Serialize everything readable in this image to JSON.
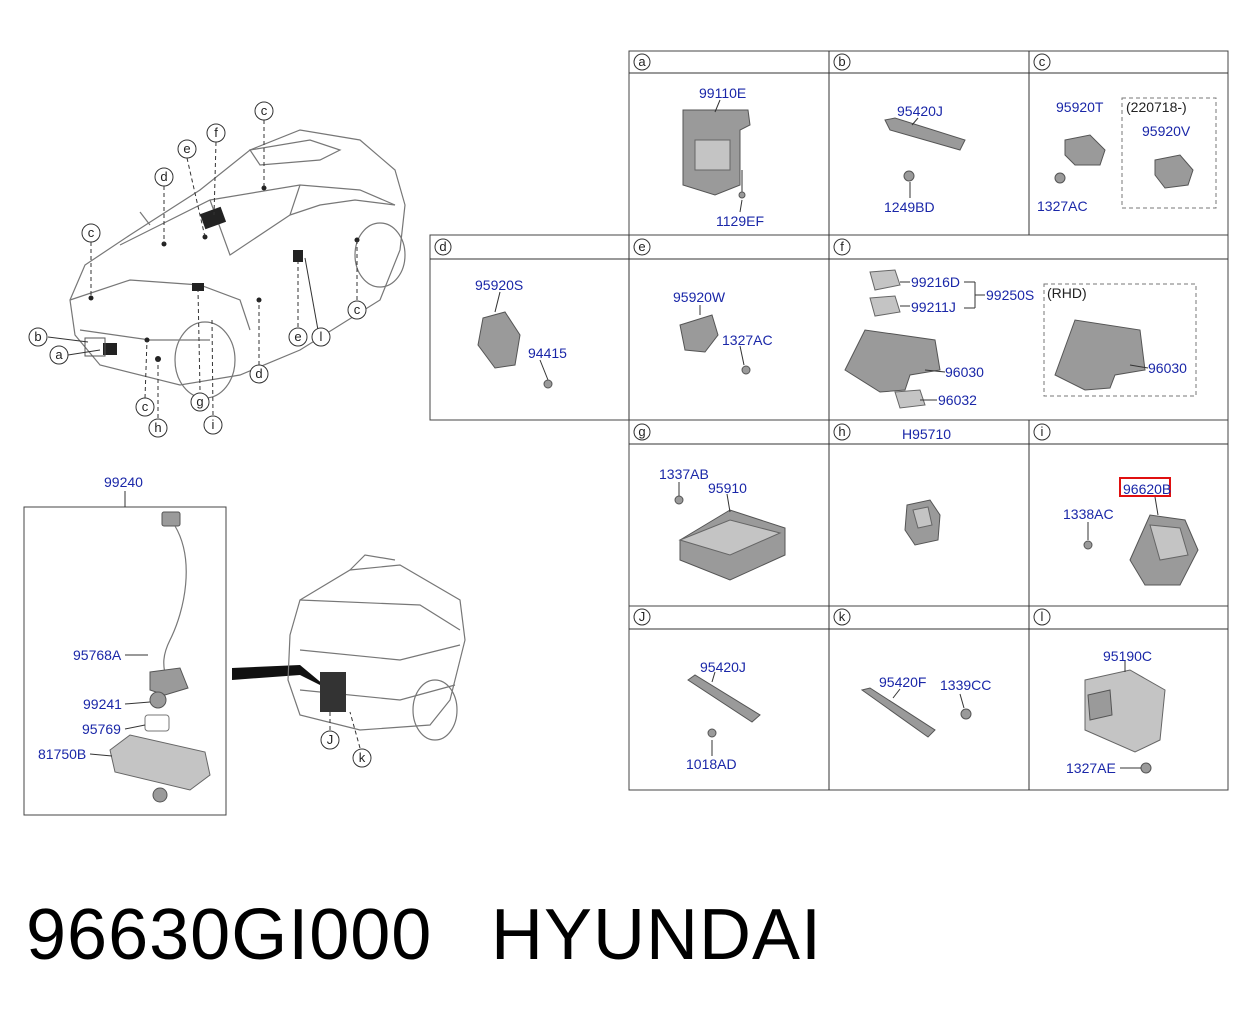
{
  "cells": {
    "a": {
      "letter": "a",
      "parts": [
        "99110E",
        "1129EF"
      ]
    },
    "b": {
      "letter": "b",
      "parts": [
        "95420J",
        "1249BD"
      ]
    },
    "c": {
      "letter": "c",
      "parts": [
        "95920T",
        "1327AC",
        "95920V"
      ],
      "note": "(220718-)"
    },
    "d": {
      "letter": "d",
      "parts": [
        "95920S",
        "94415"
      ]
    },
    "e": {
      "letter": "e",
      "parts": [
        "95920W",
        "1327AC"
      ]
    },
    "f": {
      "letter": "f",
      "parts": [
        "99216D",
        "99211J",
        "99250S",
        "96030",
        "96032",
        "96030"
      ],
      "note": "(RHD)"
    },
    "g": {
      "letter": "g",
      "parts": [
        "1337AB",
        "95910"
      ]
    },
    "h": {
      "letter": "h",
      "header_part": "H95710"
    },
    "i": {
      "letter": "i",
      "parts": [
        "96620B",
        "1338AC"
      ]
    },
    "j": {
      "letter": "J",
      "parts": [
        "95420J",
        "1018AD"
      ]
    },
    "k": {
      "letter": "k",
      "parts": [
        "95420F",
        "1339CC"
      ]
    },
    "l": {
      "letter": "l",
      "parts": [
        "95190C",
        "1327AE"
      ]
    }
  },
  "camera_assembly": {
    "top": "99240",
    "parts": [
      "95768A",
      "99241",
      "95769",
      "81750B"
    ]
  },
  "front_callouts": [
    "c",
    "e",
    "f",
    "d",
    "c",
    "b",
    "a",
    "c",
    "h",
    "g",
    "i",
    "d",
    "e",
    "l",
    "c"
  ],
  "rear_callouts": [
    "J",
    "k"
  ],
  "highlight_color": "#e01010",
  "part_color": "#1a27a8",
  "footer": {
    "part_code": "96630GI000",
    "brand": "HYUNDAI"
  }
}
